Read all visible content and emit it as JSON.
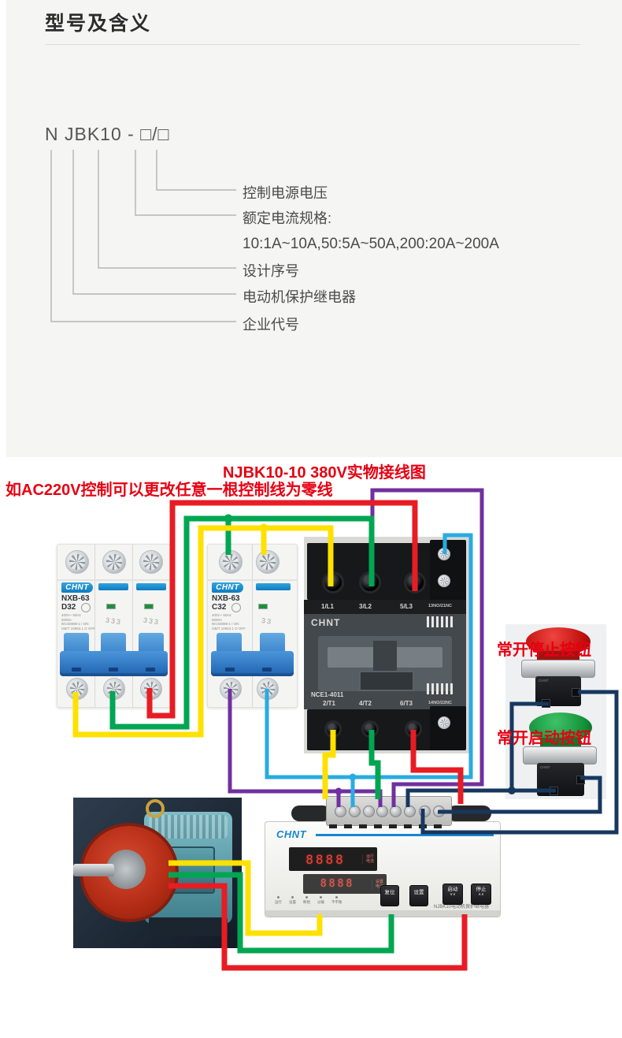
{
  "model_section": {
    "heading": "型号及含义",
    "model_code": "N JBK10 - □/□",
    "labels": [
      "控制电源电压",
      "额定电流规格:",
      "10:1A~10A,50:5A~50A,200:20A~200A",
      "设计序号",
      "电动机保护继电器",
      "企业代号"
    ]
  },
  "wiring": {
    "title": "NJBK10-10 380V实物接线图",
    "subtitle": "如AC220V控制可以更改任意一根控制线为零线",
    "stop_button_label": "常开停止按钮",
    "start_button_label": "常开启动按钮"
  },
  "breaker_d32": {
    "brand": "CHNT",
    "model": "NXB-63",
    "rating": "D32",
    "spec_line1": "400V~  50Hz",
    "spec_line2": "6000A",
    "spec_line3": "IEC60898-1  I ON",
    "spec_line4": "GB/T 10963.1  O OFF",
    "pole_mark": "333"
  },
  "breaker_c32": {
    "brand": "CHNT",
    "model": "NXB-63",
    "rating": "C32",
    "spec_line1": "400V~  50Hz",
    "spec_line2": "6000A",
    "spec_line3": "IEC60898-1  I ON",
    "spec_line4": "GB/T 10963.1  O OFF",
    "pole_mark": "33"
  },
  "contactor": {
    "brand": "CHNT",
    "model": "NCE1-4011",
    "top_terminals": [
      "1/L1",
      "3/L2",
      "5/L3"
    ],
    "aux_top": "13NO/21NC",
    "bottom_terminals": [
      "2/T1",
      "4/T2",
      "6/T3"
    ],
    "aux_bottom": "14NO/22NC"
  },
  "push_buttons": {
    "brand": "CHNT"
  },
  "relay": {
    "brand": "CHNT",
    "display_run": {
      "value": "8888",
      "label_line1": "运行",
      "label_line2": "电流"
    },
    "display_set": {
      "value": "8888",
      "label_line1": "设置",
      "label_line2": "电流"
    },
    "indicators": [
      "运行",
      "设置",
      "断相",
      "过载",
      "不平衡"
    ],
    "buttons": [
      {
        "label": "复位",
        "icon": ""
      },
      {
        "label": "设置",
        "icon": ""
      },
      {
        "label": "启动",
        "icon": "∨∨"
      },
      {
        "label": "停止",
        "icon": "∧∧"
      }
    ],
    "footer": "NJBK10电动机保护继电器"
  },
  "wire_colors": {
    "red": "#e81c24",
    "yellow": "#ffe100",
    "green": "#00a651",
    "cyan": "#29abe2",
    "purple": "#7030a0",
    "navy": "#17375e"
  }
}
